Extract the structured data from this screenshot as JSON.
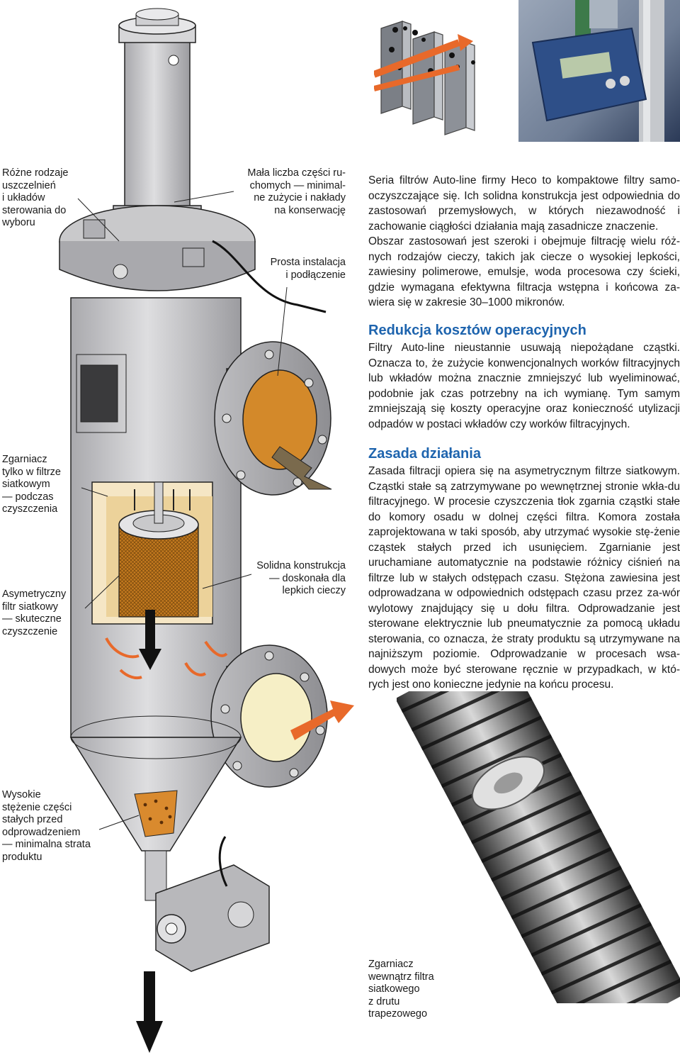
{
  "labels": {
    "seals": "Różne rodzaje\nuszczelnień\ni układów\nsterowania do\nwyboru",
    "moving_parts": "Mała liczba części ru-\nchomych — minimal-\nne zużycie i nakłady\nna konserwację",
    "installation": "Prosta instalacja\ni podłączenie",
    "scraper_cleaning": "Zgarniacz\ntylko w filtrze\nsiatkowym\n— podczas\nczyszczenia",
    "asymmetric": "Asymetryczny\nfiltr siatkowy\n— skuteczne\nczyszczenie",
    "solid": "Solidna konstrukcja\n— doskonała dla\nlepkich cieczy",
    "concentration": "Wysokie\nstężenie części\nstałych przed\nodprowadzeniem\n— minimalna strata\nproduktu",
    "scraper_inside": "Zgarniacz\nwewnątrz filtra\nsiatkowego\nz drutu\ntrapezowego"
  },
  "intro": {
    "paragraph1": "Seria filtrów Auto-line firmy Heco to kompaktowe filtry samo-oczyszczające się. Ich solidna konstrukcja jest odpowiednia do zastosowań przemysłowych, w których niezawodność i zachowanie ciągłości działania mają zasadnicze znaczenie.",
    "paragraph2": "Obszar zastosowań jest szeroki i obejmuje filtrację wielu róż-nych rodzajów cieczy, takich jak ciecze o wysokiej lepkości, zawiesiny polimerowe, emulsje, woda procesowa czy ścieki, gdzie wymagana efektywna filtracja wstępna i końcowa za-wiera się w zakresie 30–1000 mikronów."
  },
  "section_costs": {
    "heading": "Redukcja kosztów operacyjnych",
    "text": "Filtry Auto-line nieustannie usuwają niepożądane cząstki. Oznacza to, że zużycie konwencjonalnych worków filtracyjnych lub wkładów można znacznie zmniejszyć lub wyeliminować, podobnie jak czas potrzebny na ich wymianę. Tym samym zmniejszają się koszty operacyjne oraz konieczność utylizacji odpadów w postaci wkładów czy worków filtracyjnych."
  },
  "section_principle": {
    "heading": "Zasada działania",
    "text": "Zasada filtracji opiera się na asymetrycznym filtrze siatkowym. Cząstki stałe są zatrzymywane po wewnętrznej stronie wkła-du filtracyjnego. W procesie czyszczenia tłok zgarnia cząstki stałe do komory osadu w dolnej części filtra. Komora została zaprojektowana w taki sposób, aby utrzymać wysokie stę-żenie cząstek stałych przed ich usunięciem. Zgarnianie jest uruchamiane automatycznie na podstawie różnicy ciśnień na filtrze lub w stałych odstępach czasu. Stężona zawiesina jest odprowadzana w odpowiednich odstępach czasu przez za-wór wylotowy znajdujący się u dołu filtra. Odprowadzanie jest sterowane elektrycznie lub pneumatycznie za pomocą układu sterowania, co oznacza, że straty produktu są utrzymywane na najniższym poziomie. Odprowadzanie w procesach wsa-dowych może być sterowane ręcznie w przypadkach, w któ-rych jest ono konieczne jedynie na końcu procesu."
  },
  "colors": {
    "heading_blue": "#1e64ae",
    "flow_arrow_orange": "#e8692a",
    "housing_grey": "#c9c9cb",
    "filter_orange": "#d9892b"
  }
}
